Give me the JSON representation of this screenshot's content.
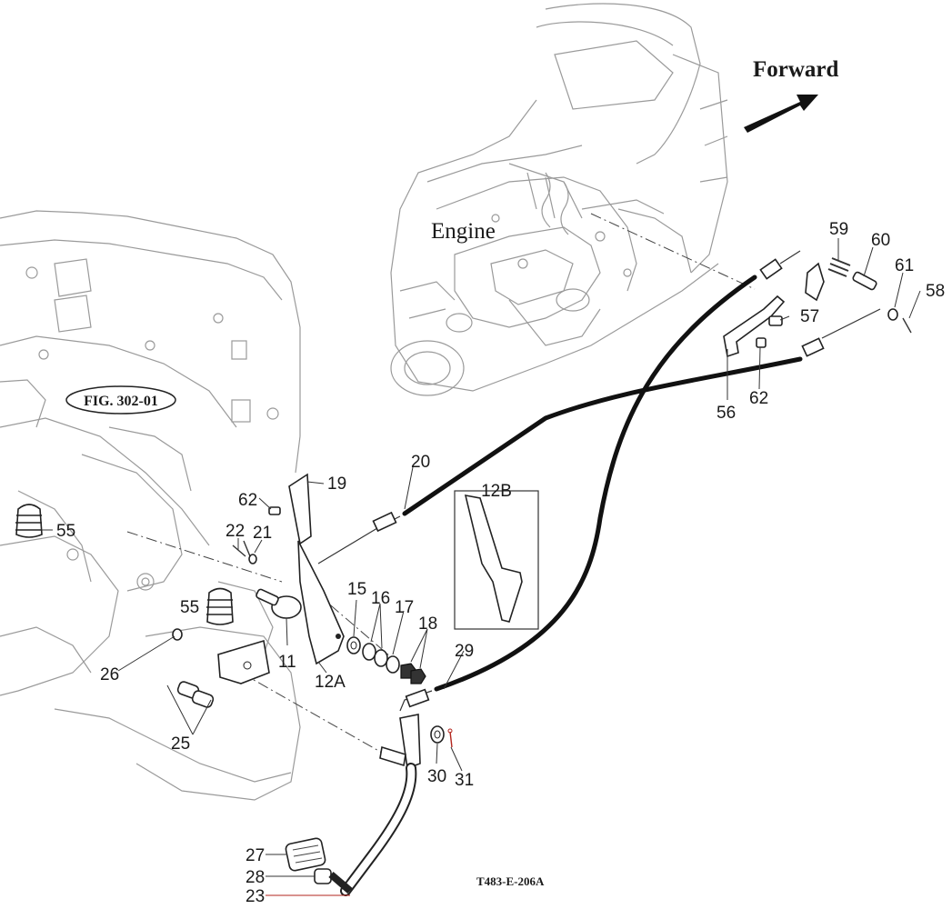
{
  "figure": {
    "direction_label": "Forward",
    "engine_label": "Engine",
    "fig_ref": "FIG. 302-01",
    "drawing_code": "T483-E-206A",
    "detail_label": "12B"
  },
  "callouts": [
    {
      "id": "59",
      "label": "59"
    },
    {
      "id": "60",
      "label": "60"
    },
    {
      "id": "61",
      "label": "61"
    },
    {
      "id": "58",
      "label": "58"
    },
    {
      "id": "57",
      "label": "57"
    },
    {
      "id": "56",
      "label": "56"
    },
    {
      "id": "62a",
      "label": "62"
    },
    {
      "id": "20",
      "label": "20"
    },
    {
      "id": "19",
      "label": "19"
    },
    {
      "id": "62b",
      "label": "62"
    },
    {
      "id": "22",
      "label": "22"
    },
    {
      "id": "21",
      "label": "21"
    },
    {
      "id": "55a",
      "label": "55"
    },
    {
      "id": "55b",
      "label": "55"
    },
    {
      "id": "15",
      "label": "15"
    },
    {
      "id": "16",
      "label": "16"
    },
    {
      "id": "17",
      "label": "17"
    },
    {
      "id": "18",
      "label": "18"
    },
    {
      "id": "11",
      "label": "11"
    },
    {
      "id": "12A",
      "label": "12A"
    },
    {
      "id": "26",
      "label": "26"
    },
    {
      "id": "29",
      "label": "29"
    },
    {
      "id": "25",
      "label": "25"
    },
    {
      "id": "30",
      "label": "30"
    },
    {
      "id": "31",
      "label": "31"
    },
    {
      "id": "27",
      "label": "27"
    },
    {
      "id": "28",
      "label": "28"
    },
    {
      "id": "23",
      "label": "23"
    }
  ]
}
